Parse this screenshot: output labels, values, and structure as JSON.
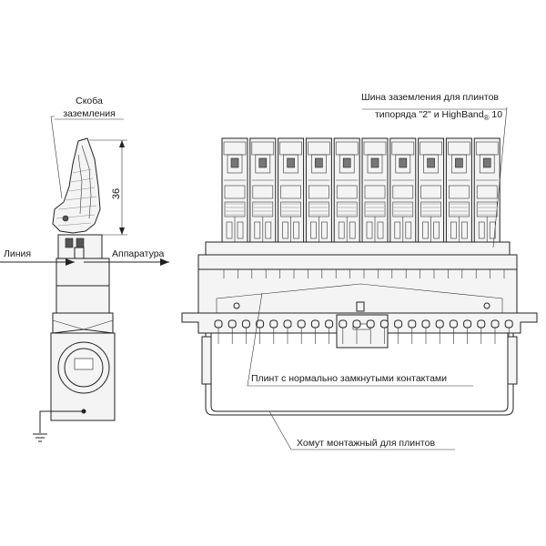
{
  "labels": {
    "ground_clip_line1": "Скоба",
    "ground_clip_line2": "заземления",
    "dimension_36": "36",
    "line_in": "Линия",
    "line_out": "Аппаратура",
    "bus_line1": "Шина заземления для плинтов",
    "bus_line2_prefix": "типоряда \"2\" и HighBand",
    "bus_line2_reg": "®",
    "bus_line2_suffix": " 10",
    "block_label": "Плинт с нормально замкнутыми контактами",
    "clamp_label": "Хомут монтажный для плинтов"
  },
  "modules": {
    "count": 10
  },
  "colors": {
    "line": "#222222",
    "fill": "#f4f4f4",
    "dark": "#555555"
  }
}
